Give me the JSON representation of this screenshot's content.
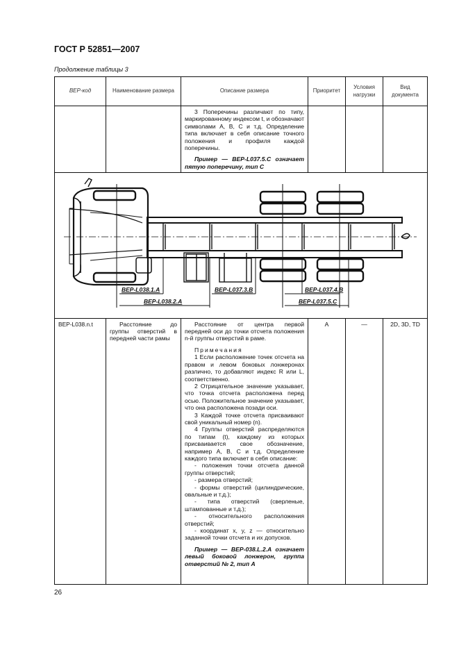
{
  "header": {
    "title": "ГОСТ Р 52851—2007"
  },
  "caption": "Продолжение таблицы 3",
  "table": {
    "columns": [
      "BEP-код",
      "Наименование размера",
      "Описание размера",
      "Приоритет",
      "Условия нагрузки",
      "Вид документа"
    ],
    "row1": {
      "desc": "3 Поперечины различают по типу, маркированному индексом t, и обозначают символами A, B, C и т.д. Определение типа включает в себя описание точного положения и профиля каждой поперечины.",
      "example": "Пример — BEP-L037.5.C означает пятую поперечину, тип C"
    },
    "figure": {
      "labels": [
        "BEP-L038.1.A",
        "BEP-L038.2.A",
        "BEP-L037.3.B",
        "BEP-L037.4.B",
        "BEP-L037.5.C"
      ]
    },
    "row3": {
      "code": "BEP-L038.n.t",
      "name": "Расстояние до группы отверстий в передней части рамы",
      "desc": "Расстояние от центра первой передней оси до точки отсчета положения n-й группы отверстий в раме.",
      "notes_title": "Примечания",
      "notes": [
        "1 Если расположение точек отсчета на правом и левом боковых лонжеронах различно, то добавляют индекс R или L, соответственно.",
        "2 Отрицательное значение указывает, что точка отсчета расположена перед осью. Положительное значение указывает, что она расположена позади оси.",
        "3 Каждой точке отсчета присваивают свой уникальный номер (n).",
        "4 Группы отверстий распределяются по типам (t), каждому из которых присваивается свое обозначение, например A, B, C и т.д. Определение каждого типа включает в себя описание:"
      ],
      "items": [
        "- положения точки отсчета данной группы отверстий;",
        "- размера отверстий;",
        "- формы отверстий (цилиндрические, овальные и т.д.);",
        "- типа отверстий (сверленые, штампованные и т.д.);",
        "- относительного расположения отверстий;",
        "- координат x, y, z — относительно заданной точки отсчета и их допусков."
      ],
      "example": "Пример — BEP-038.L.2.A означает левый боковой лонжерон, группа отверстий № 2, тип A",
      "priority": "A",
      "load": "—",
      "doc": "2D, 3D, TD"
    }
  },
  "page_number": "26"
}
